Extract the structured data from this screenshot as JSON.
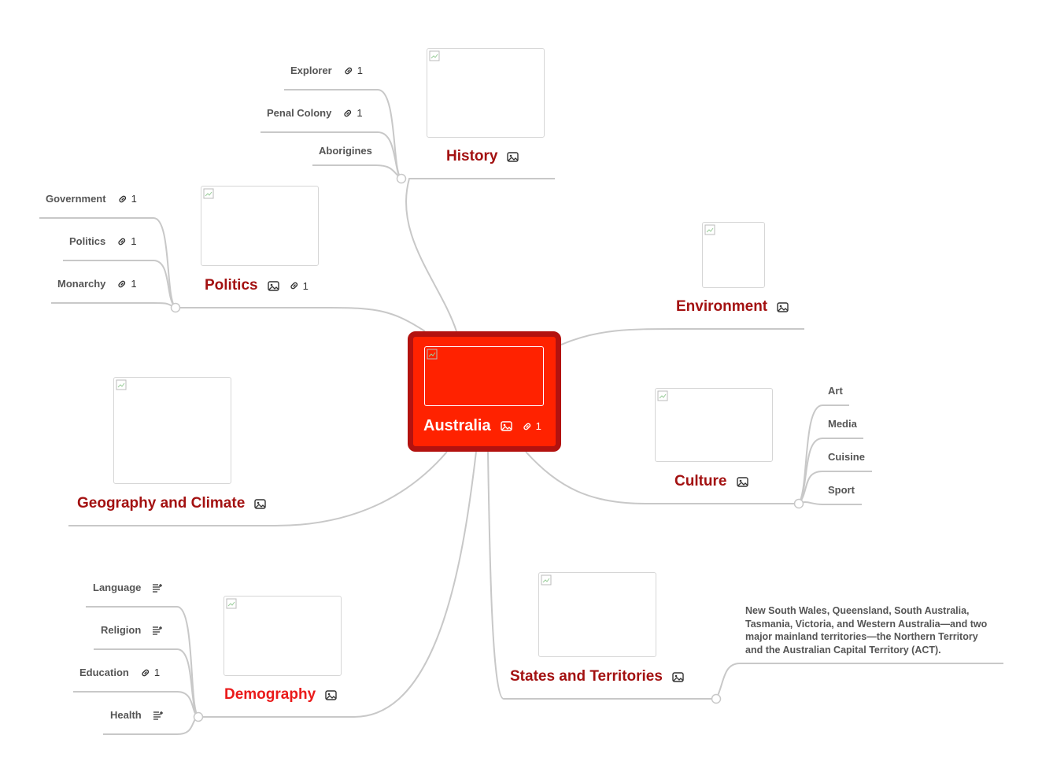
{
  "central": {
    "label": "Australia",
    "link_count": "1"
  },
  "topics": {
    "history": {
      "label": "History"
    },
    "politics": {
      "label": "Politics",
      "link_count": "1"
    },
    "environment": {
      "label": "Environment"
    },
    "geography": {
      "label": "Geography and Climate"
    },
    "culture": {
      "label": "Culture"
    },
    "demography": {
      "label": "Demography"
    },
    "states": {
      "label": "States and Territories"
    }
  },
  "history_children": [
    {
      "label": "Explorer",
      "link_count": "1"
    },
    {
      "label": "Penal Colony",
      "link_count": "1"
    },
    {
      "label": "Aborigines"
    }
  ],
  "politics_children": [
    {
      "label": "Government",
      "link_count": "1"
    },
    {
      "label": "Politics",
      "link_count": "1"
    },
    {
      "label": "Monarchy",
      "link_count": "1"
    }
  ],
  "culture_children": [
    {
      "label": "Art"
    },
    {
      "label": "Media"
    },
    {
      "label": "Cuisine"
    },
    {
      "label": "Sport"
    }
  ],
  "demography_children": [
    {
      "label": "Language"
    },
    {
      "label": "Religion"
    },
    {
      "label": "Education",
      "link_count": "1"
    },
    {
      "label": "Health"
    }
  ],
  "states_note": "New South Wales, Queensland, South Australia, Tasmania, Victoria, and Western Australia—and two major mainland territories—the Northern Territory and the Australian Capital Territory (ACT).",
  "colors": {
    "central_fill": "#ff2200",
    "central_border": "#b3120f",
    "topic_text": "#a31111",
    "demography_text": "#ea1a1a",
    "connector": "#c8c8c8"
  },
  "icons": [
    "image-icon",
    "link-icon",
    "notes-icon",
    "broken-image-icon"
  ]
}
